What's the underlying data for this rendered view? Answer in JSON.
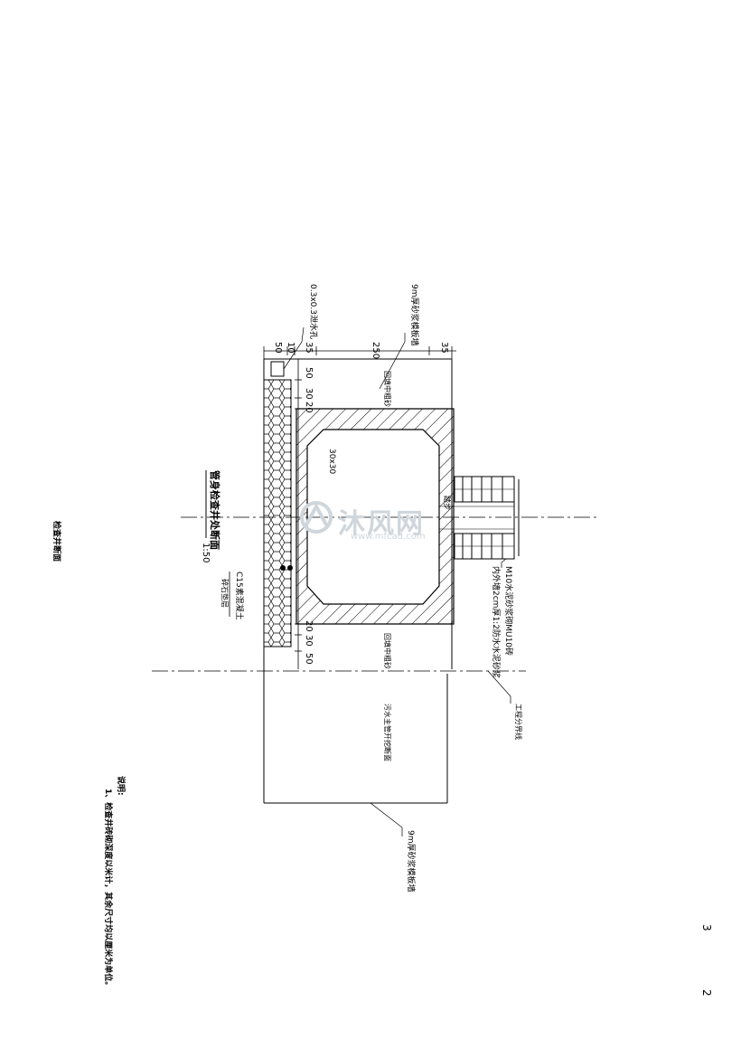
{
  "dims": {
    "top_total_left": "50",
    "top_10": "10",
    "top_35_left": "35",
    "top_250": "250",
    "top_35_right": "35",
    "side_50_top": "50",
    "side_30_top": "30",
    "side_20_top": "20",
    "side_20_bot": "20",
    "side_30_bot": "30",
    "side_50_bot": "50"
  },
  "labels": {
    "chamfer": "30x30",
    "leader_top_left": "0.3x0.3泄水孔",
    "leader_top_right": "9m厚砂浆模板墙",
    "leader_bottom_right": "9m厚砂浆模板墙",
    "backfill_upper": "回填中粗砂",
    "backfill_lower": "回填中粗砂",
    "sewer": "污水主管开挖断面",
    "base": "C15素混凝土",
    "base_sub": "碎石垫层",
    "step": "踏步",
    "masonry_1": "M10水泥砂浆砌MU10砖",
    "masonry_2": "内外墙2cm厚1:2防水水泥砂浆",
    "section_title": "管身检查井处断面",
    "scale": "1:50",
    "boundary": "工程分界线",
    "drawing_title": "检查井断面"
  },
  "notes": {
    "heading": "说明:",
    "line1": "1、检查井砖砌深度以米计，其余尺寸均以厘米为单位。"
  },
  "page_numbers": {
    "a": "3",
    "b": "2"
  },
  "watermark": {
    "text": "沐风网",
    "url": "www.mfcad.com"
  }
}
